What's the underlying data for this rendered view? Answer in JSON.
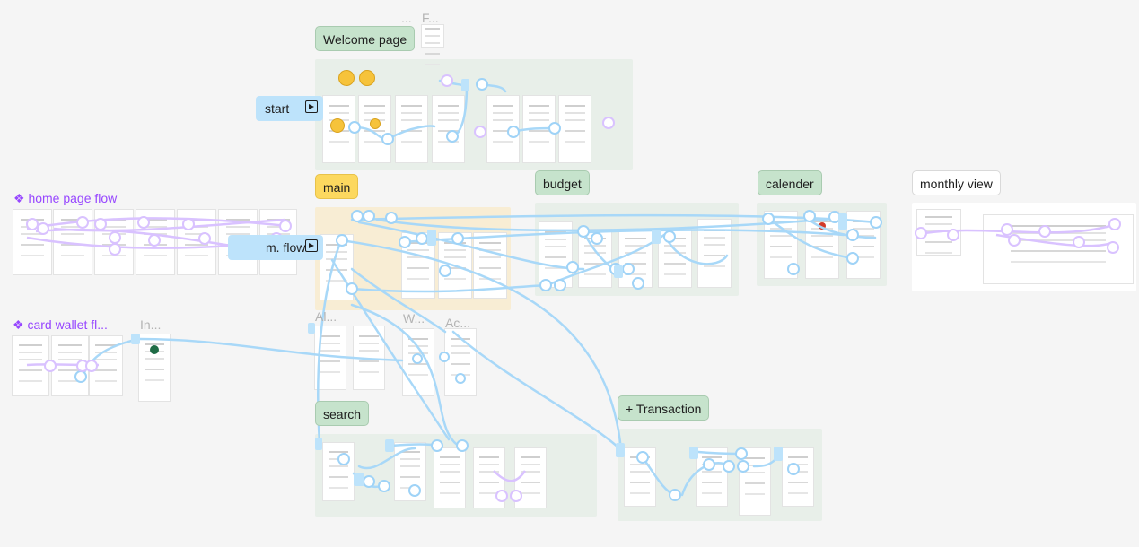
{
  "canvas": {
    "background": "#f5f5f5"
  },
  "sections": {
    "welcome": {
      "label": "Welcome page"
    },
    "main": {
      "label": "main"
    },
    "budget": {
      "label": "budget"
    },
    "calender": {
      "label": "calender"
    },
    "monthly": {
      "label": "monthly view"
    },
    "search": {
      "label": "search"
    },
    "transaction": {
      "label": "+ Transaction"
    }
  },
  "flow_starts": {
    "start": "start",
    "main_flow": "m. flow"
  },
  "component_sets": {
    "home_page_flow": "❖ home page flow",
    "card_wallet_flow": "❖ card wallet fl..."
  },
  "frame_titles": {
    "top_left": "...",
    "top_right": "F...",
    "in": "In...",
    "all": "Al...",
    "w": "W...",
    "ac": "Ac..."
  },
  "colors": {
    "connector": "#bde3fb",
    "connector_stroke": "#9fd3f7",
    "prototype_purple": "#d9c2ff",
    "section_green": "#e8efe9",
    "section_yellow": "#f8edd4",
    "label_green": "#c6e3cc",
    "label_yellow": "#fcd85f",
    "component_purple": "#9747ff"
  }
}
